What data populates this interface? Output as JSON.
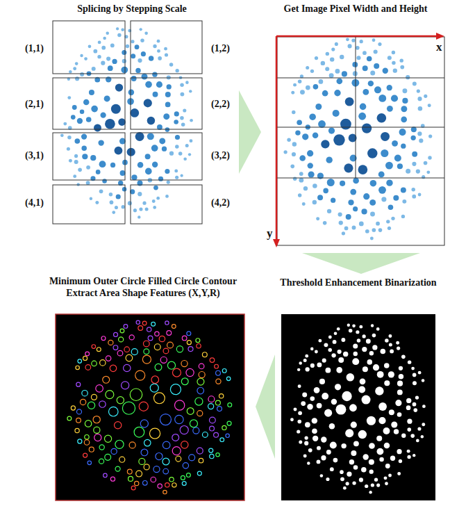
{
  "diagram": {
    "nodes": [
      {
        "text": [
          "Splicing by Stepping Scale"
        ]
      },
      {
        "text": [
          "Get Image Pixel Width and Height"
        ]
      },
      {
        "text": [
          "Minimum Outer Circle Filled Circle Contour Extract Area Shape Features (X,Y,R)"
        ]
      },
      {
        "text": [
          "Threshold Enhancement Binarization"
        ]
      }
    ],
    "edges": [
      {
        "from": 0,
        "to": 1,
        "arrow": "to"
      },
      {
        "from": 1,
        "to": 3,
        "arrow": "to"
      },
      {
        "from": 3,
        "to": 2,
        "arrow": "to"
      }
    ],
    "labels": [
      "(1,1)",
      "(1,2)",
      "(2,1)",
      "(2,2)",
      "(3,1)",
      "(3,2)",
      "(4,1)",
      "(4,2)",
      "x",
      "y"
    ]
  }
}
